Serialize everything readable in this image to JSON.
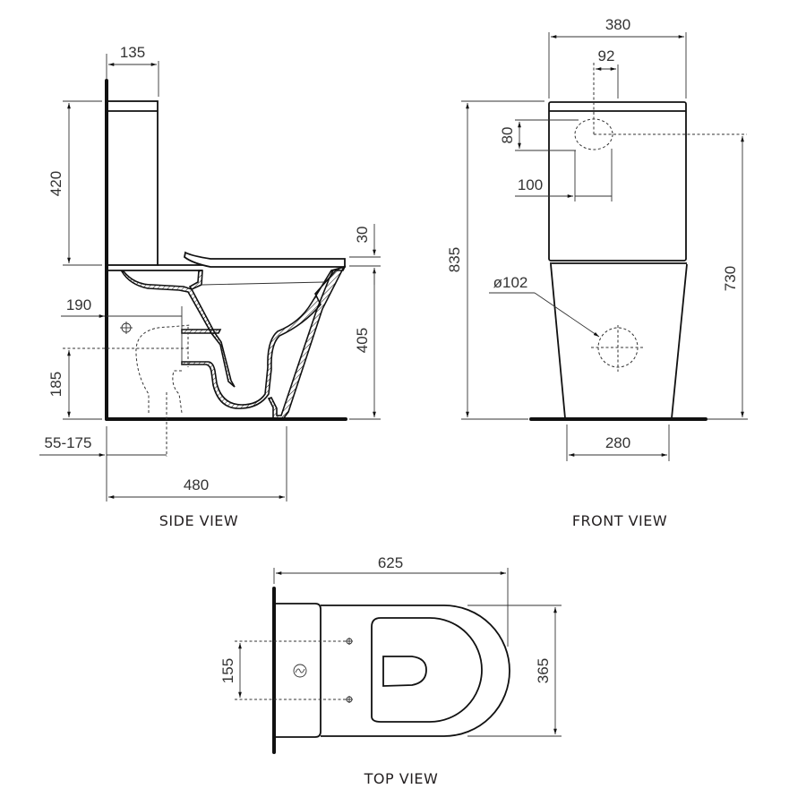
{
  "drawing": {
    "subject": "close-coupled toilet dimension drawing",
    "units": "mm",
    "line_color": "#231f20",
    "background": "#ffffff"
  },
  "side_view": {
    "title": "SIDE VIEW",
    "dimensions": {
      "cistern_depth": "135",
      "cistern_height": "420",
      "seat_thickness": "30",
      "pan_height": "405",
      "inlet_from_wall": "190",
      "outlet_height": "185",
      "waste_setout": "55-175",
      "overall_projection": "480"
    }
  },
  "front_view": {
    "title": "FRONT VIEW",
    "dimensions": {
      "overall_width": "380",
      "inlet_offset": "92",
      "inlet_height": "80",
      "inlet_width": "100",
      "overall_height": "835",
      "inlet_centre_height": "730",
      "outlet_diameter": "ø102",
      "base_width": "280"
    }
  },
  "top_view": {
    "title": "TOP VIEW",
    "dimensions": {
      "overall_length": "625",
      "fixing_spacing": "155",
      "overall_width": "365"
    }
  }
}
